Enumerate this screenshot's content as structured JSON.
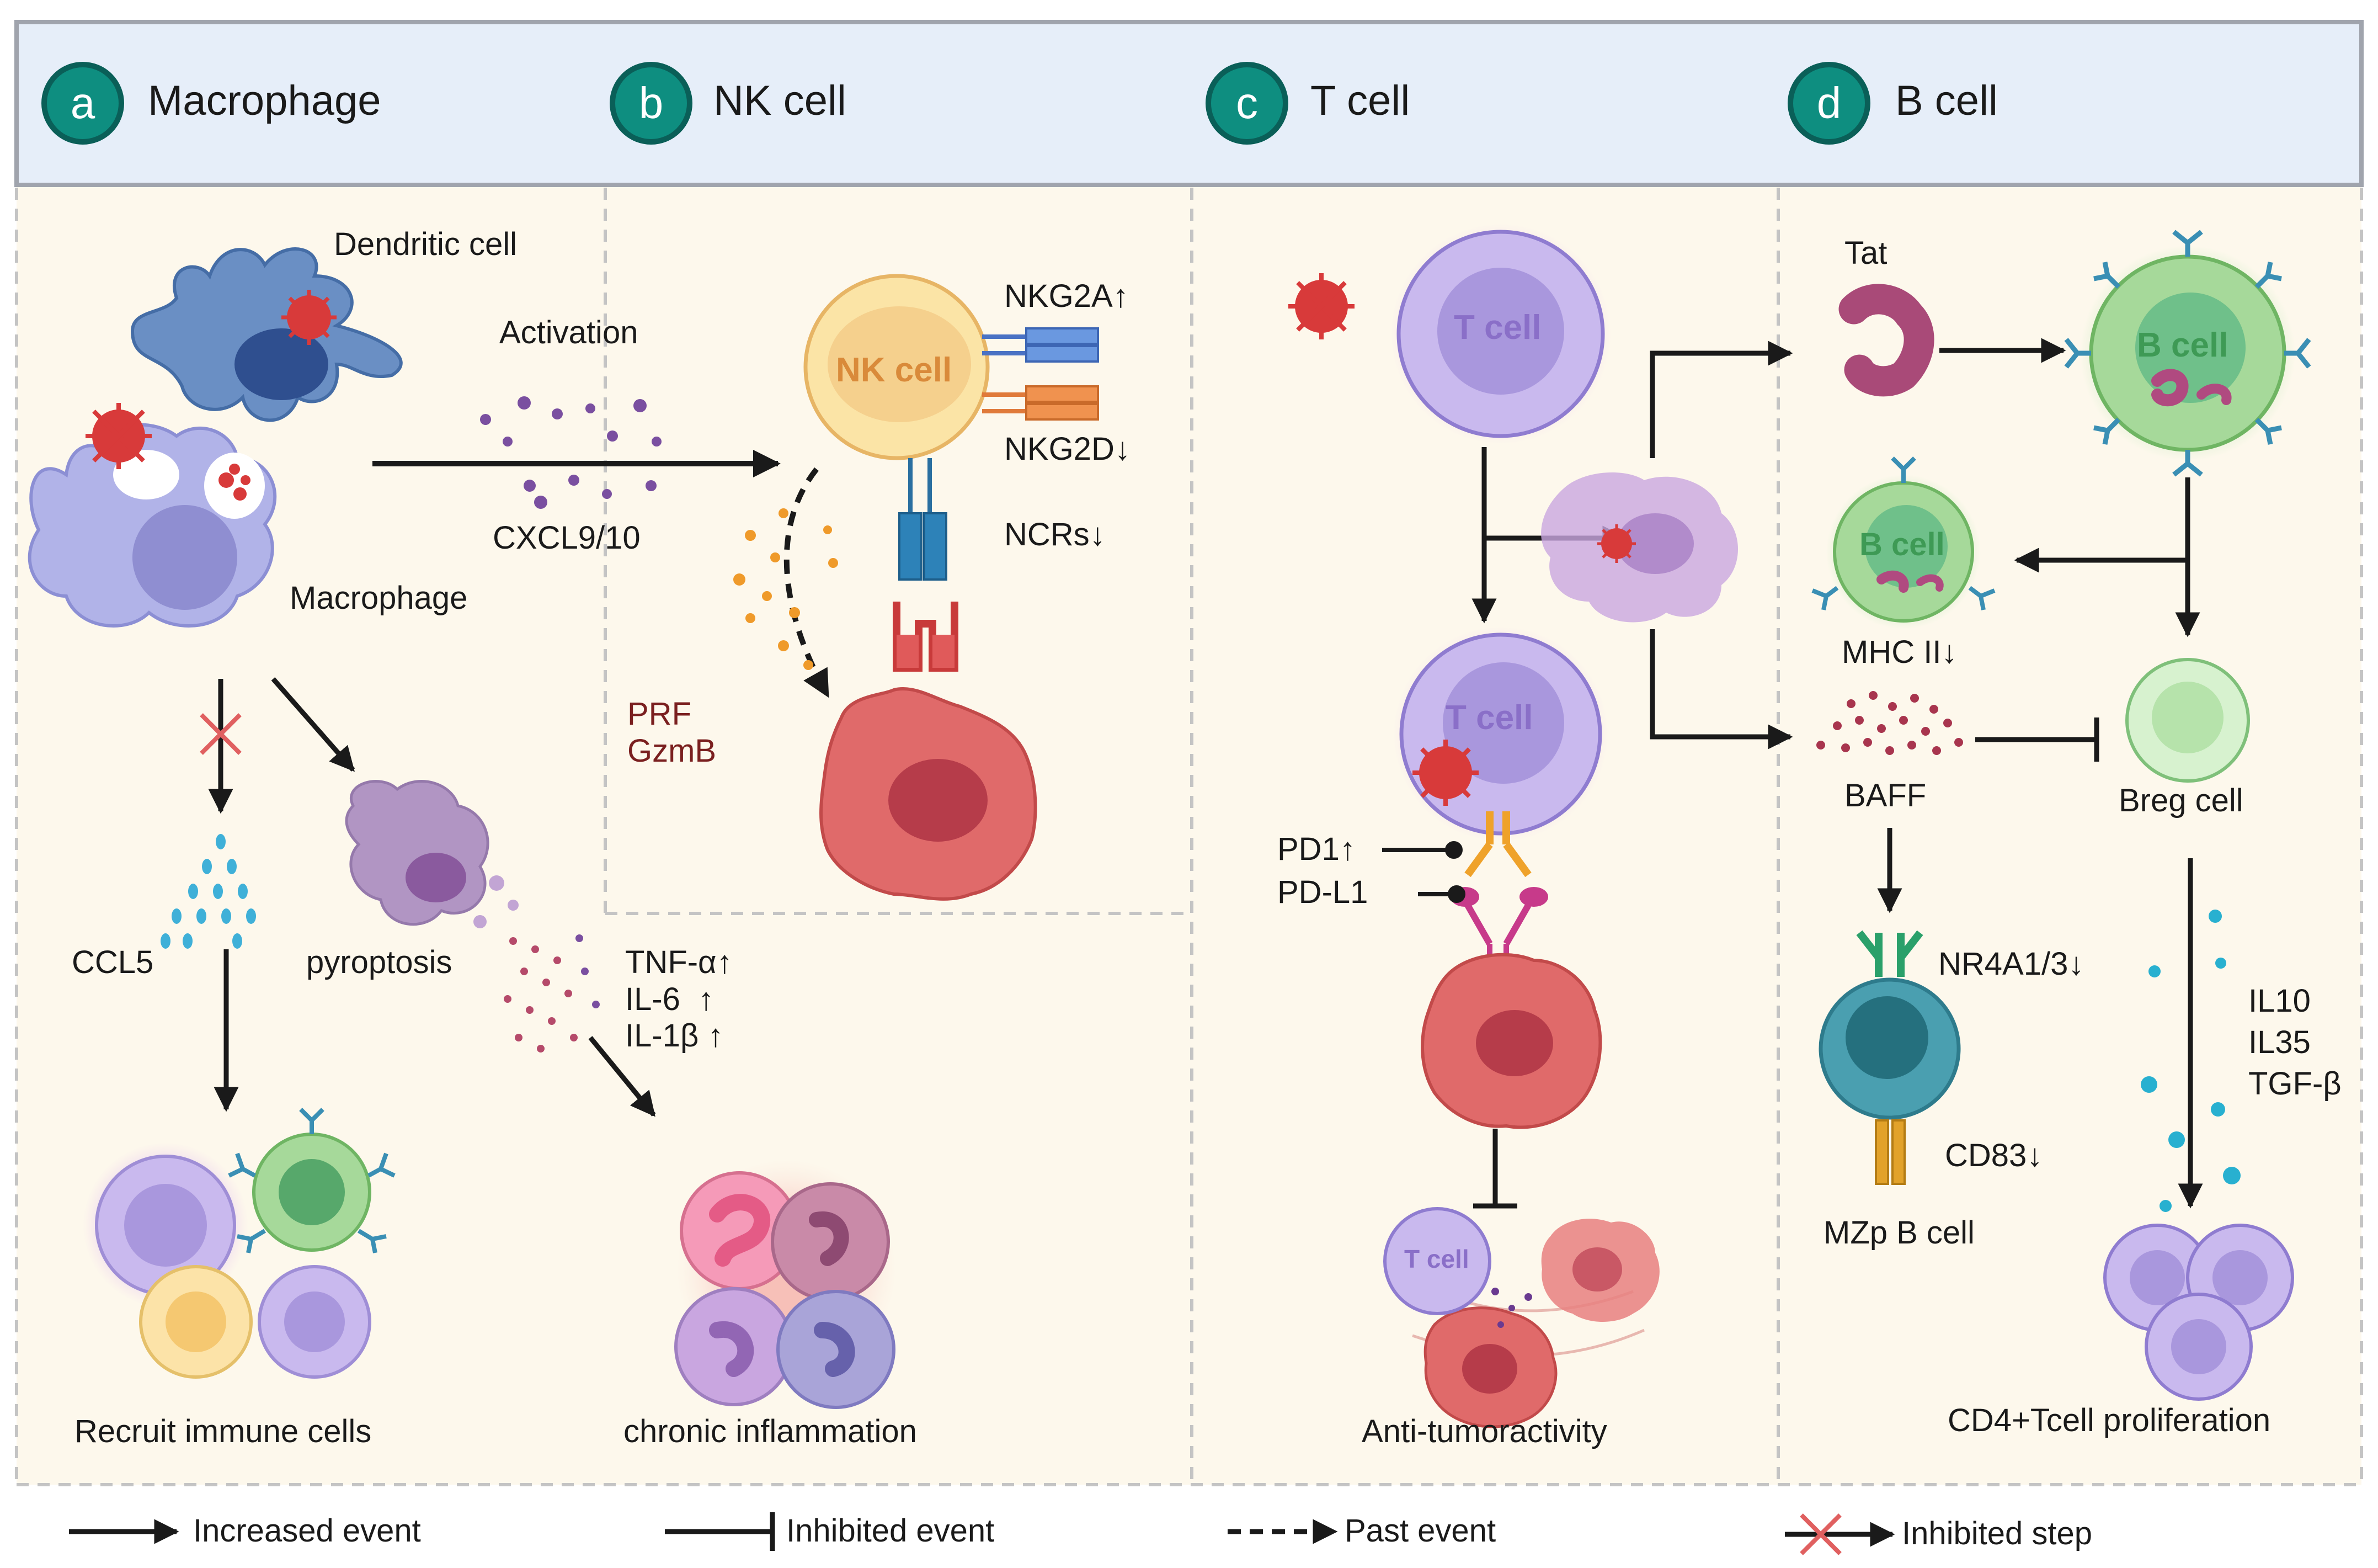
{
  "panels": [
    {
      "letter": "a",
      "title": "Macrophage"
    },
    {
      "letter": "b",
      "title": "NK cell"
    },
    {
      "letter": "c",
      "title": "T cell"
    },
    {
      "letter": "d",
      "title": "B cell"
    }
  ],
  "panel_a": {
    "dendritic_cell": "Dendritic cell",
    "macrophage": "Macrophage",
    "activation": "Activation",
    "cxcl": "CXCL9/10",
    "ccl5": "CCL5",
    "pyroptosis": "pyroptosis",
    "tnf": "TNF-α↑",
    "il6": "IL-6  ↑",
    "il1b": "IL-1β ↑",
    "recruit": "Recruit immune cells",
    "chronic": "chronic inflammation"
  },
  "panel_b": {
    "nk_cell": "NK cell",
    "nkg2a": "NKG2A↑",
    "nkg2d": "NKG2D↓",
    "ncrs": "NCRs↓",
    "prf": "PRF",
    "gzmb": "GzmB"
  },
  "panel_c": {
    "t_cell_top": "T cell",
    "t_cell_mid": "T cell",
    "t_cell_small": "T cell",
    "pd1": "PD1↑",
    "pdl1": "PD-L1",
    "anti": "Anti-tumoractivity"
  },
  "panel_d": {
    "tat": "Tat",
    "b_cell_top": "B cell",
    "b_cell_mid": "B cell",
    "mhc": "MHC II↓",
    "baff": "BAFF",
    "breg": "Breg cell",
    "nr4a": "NR4A1/3↓",
    "cd83": "CD83↓",
    "mzp": "MZp B cell",
    "il10": "IL10",
    "il35": "IL35",
    "tgf": "TGF-β",
    "cd4": "CD4+Tcell proliferation"
  },
  "legend": {
    "increased": "Increased event",
    "inhibited": "Inhibited event",
    "past": "Past event",
    "step": "Inhibited step"
  },
  "colors": {
    "header_bg": "#e6eef9",
    "panel_bg": "#fdf8ec",
    "badge": "#0e8e80",
    "arrow": "#1a1a1a",
    "inhibit_x": "#e06060",
    "tcell": "#c9b9ee",
    "bcell": "#a6d99a",
    "tumor": "#e06a6a",
    "nk": "#fbe4a6",
    "macrophage": "#b1b3e8",
    "dendritic": "#6a8fc4"
  },
  "icons": [
    "virus-icon",
    "cytokine-dots-icon",
    "receptor-icon",
    "antibody-icon"
  ]
}
